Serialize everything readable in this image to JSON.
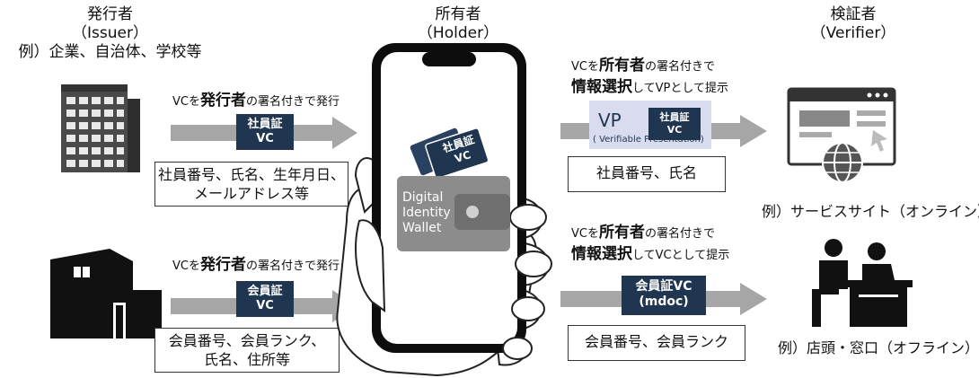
{
  "roles": {
    "issuer": {
      "title": "発行者",
      "sub": "（Issuer）",
      "example": "例）企業、自治体、学校等"
    },
    "holder": {
      "title": "所有者",
      "sub": "（Holder）"
    },
    "verifier": {
      "title": "検証者",
      "sub": "（Verifier）"
    }
  },
  "issue_top": {
    "caption_pre": "VCを",
    "caption_bold": "発行者",
    "caption_post": "の署名付きで発行",
    "badge_line1": "社員証",
    "badge_line2": "VC",
    "attrs_line1": "社員番号、氏名、生年月日、",
    "attrs_line2": "メールアドレス等"
  },
  "issue_bottom": {
    "caption_pre": "VCを",
    "caption_bold": "発行者",
    "caption_post": "の署名付きで発行",
    "badge_line1": "会員証",
    "badge_line2": "VC",
    "attrs_line1": "会員番号、会員ランク、",
    "attrs_line2": "氏名、住所等"
  },
  "wallet": {
    "line1": "Digital",
    "line2": "Identity",
    "line3": "Wallet",
    "card_line1": "社員証",
    "card_line2": "VC"
  },
  "present_top": {
    "caption1_pre": "VCを",
    "caption1_bold": "所有者",
    "caption1_post": "の署名付きで",
    "caption2_bold": "情報選択",
    "caption2_post": "してVPとして提示",
    "vp_title": "VP",
    "vp_sub": "( Verifiable Presentation)",
    "badge_line1": "社員証",
    "badge_line2": "VC",
    "attrs": "社員番号、氏名"
  },
  "present_bottom": {
    "caption1_pre": "VCを",
    "caption1_bold": "所有者",
    "caption1_post": "の署名付きで",
    "caption2_bold": "情報選択",
    "caption2_post": "してVCとして提示",
    "badge_line1": "会員証VC",
    "badge_line2": "(mdoc)",
    "attrs": "会員番号、会員ランク"
  },
  "verifier_examples": {
    "online": "例）サービスサイト（オンライン）",
    "offline": "例）店頭・窓口（オフライン）"
  },
  "icons": [
    "office-building-icon",
    "store-building-icon",
    "smartphone-hand-icon",
    "browser-globe-icon",
    "counter-staff-icon"
  ],
  "colors": {
    "badge": "#1f3550",
    "arrow": "#a6a6a6",
    "vp_bg": "#d9dcef",
    "wallet": "#8c8c8c"
  }
}
